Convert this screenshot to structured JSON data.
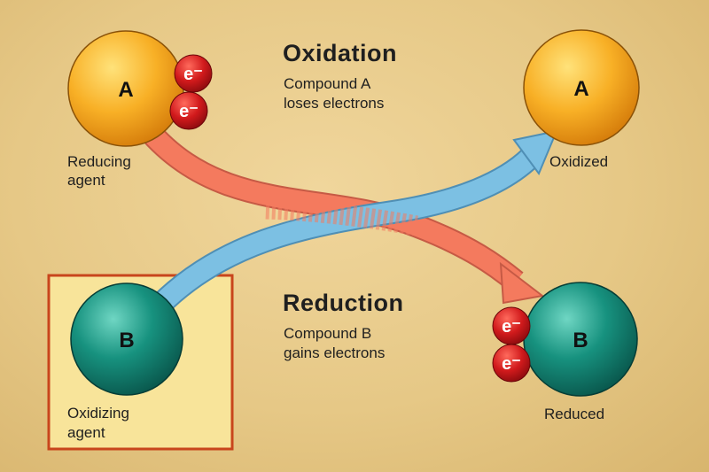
{
  "oxidation": {
    "title": "Oxidation",
    "line1": "Compound A",
    "line2": "loses electrons"
  },
  "reduction": {
    "title": "Reduction",
    "line1": "Compound B",
    "line2": "gains electrons"
  },
  "compound_a": {
    "letter": "A",
    "reactant_label_1": "Reducing",
    "reactant_label_2": "agent",
    "product_label": "Oxidized"
  },
  "compound_b": {
    "letter": "B",
    "reactant_label_1": "Oxidizing",
    "reactant_label_2": "agent",
    "product_label": "Reduced"
  },
  "electron": {
    "label": "e⁻"
  },
  "colors": {
    "background": "#e8cb8a",
    "compound_a": "#f5a21c",
    "compound_b": "#13897a",
    "electron": "#c81419",
    "oxidation_arrow": "#f47a5e",
    "reduction_arrow": "#7cc0e3",
    "highlight_box": "#f8e49a",
    "highlight_border": "#c8451c"
  }
}
